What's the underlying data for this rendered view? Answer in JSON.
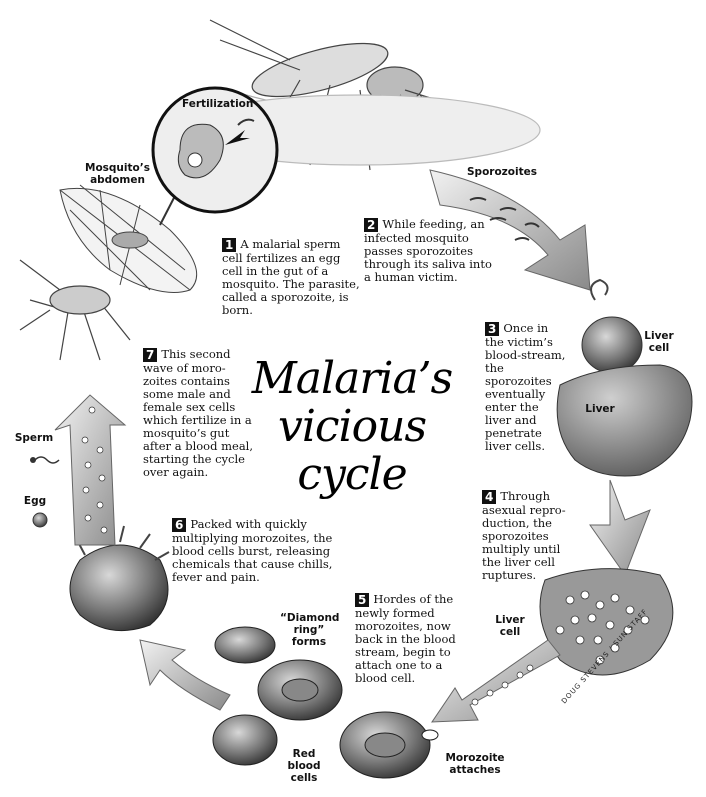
{
  "title_lines": [
    "Malaria’s",
    "vicious",
    "cycle"
  ],
  "steps": [
    {
      "n": "1",
      "text": "A malarial sperm cell fertilizes an egg cell in the gut of a mosquito. The parasite, called a sporozoite, is born."
    },
    {
      "n": "2",
      "text": "While feeding, an infected mosquito passes sporozoites through its saliva into a human victim."
    },
    {
      "n": "3",
      "text": "Once in the victim’s blood-stream, the sporozoites eventually enter the liver and penetrate liver cells."
    },
    {
      "n": "4",
      "text": "Through asexual repro-duction, the sporozoites multiply until the liver cell ruptures."
    },
    {
      "n": "5",
      "text": "Hordes of the newly formed morozoites, now back in the blood stream, begin to attach one to a blood cell."
    },
    {
      "n": "6",
      "text": "Packed with quickly multiplying morozoites, the blood cells burst, releasing chemicals that cause chills, fever and pain."
    },
    {
      "n": "7",
      "text": "This second wave of moro-zoites contains some male and female sex cells which fertilize in a mosquito’s gut after a blood meal, starting the cycle over again."
    }
  ],
  "labels": {
    "fertilization": "Fertilization",
    "mosquito_abdomen": "Mosquito’s abdomen",
    "sporozoites": "Sporozoites",
    "liver_cell_top": "Liver cell",
    "liver": "Liver",
    "liver_cell_bottom": "Liver cell",
    "diamond_ring": "“Diamond ring” forms",
    "red_blood_cells": "Red blood cells",
    "morozoite_attaches": "Morozoite attaches",
    "sperm": "Sperm",
    "egg": "Egg"
  },
  "credit": "DOUG STEVENS / SUN STAFF"
}
